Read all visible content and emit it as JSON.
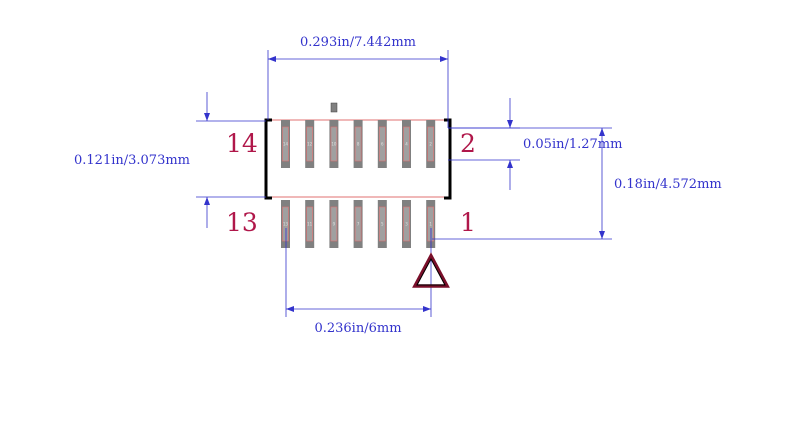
{
  "colors": {
    "dimension": "#3333cc",
    "pin_label": "#b0174a",
    "outline": "#e07070",
    "pad_fill": "#808080",
    "pad_inner": "#a0a0a0",
    "pad_number": "#e0e0e0",
    "bracket": "#000000",
    "marker_outer": "#7a0f2a",
    "marker_inner": "#000000"
  },
  "dimensions": {
    "body_width": "0.293in/7.442mm",
    "pitch": "0.05in/1.27mm",
    "body_height": "0.121in/3.073mm",
    "overall_height": "0.18in/4.572mm",
    "pad_span": "0.236in/6mm"
  },
  "pin_labels": {
    "top_left": "14",
    "top_right": "2",
    "bottom_left": "13",
    "bottom_right": "1"
  },
  "pads": {
    "top_row": [
      "14",
      "12",
      "10",
      "8",
      "6",
      "4",
      "2"
    ],
    "bottom_row": [
      "13",
      "11",
      "9",
      "7",
      "5",
      "3",
      "1"
    ]
  },
  "icons": {
    "pin1_marker": "triangle-marker-icon",
    "orientation_mark": "square-dot-icon"
  }
}
